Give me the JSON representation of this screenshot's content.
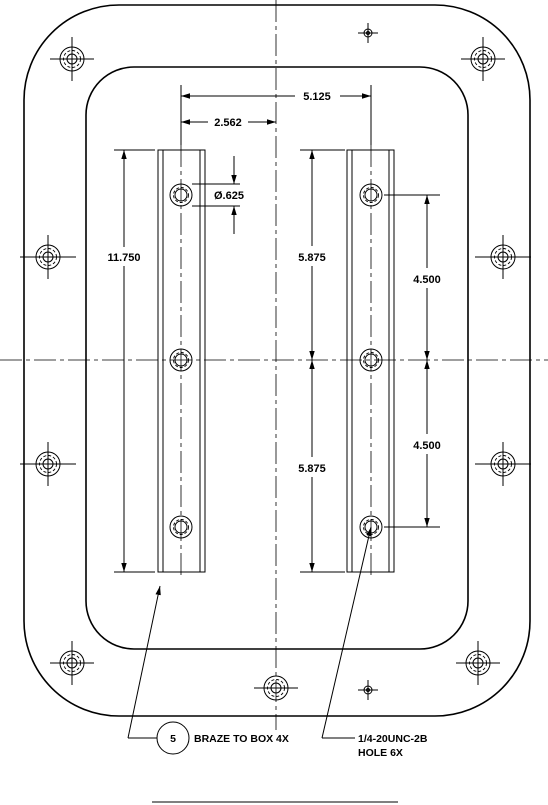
{
  "dimensions": {
    "d_5125": "5.125",
    "d_2562": "2.562",
    "d_dia": "Ø.625",
    "d_11750": "11.750",
    "d_5875_top": "5.875",
    "d_5875_bot": "5.875",
    "d_4500_top": "4.500",
    "d_4500_bot": "4.500"
  },
  "notes": {
    "balloon_number": "5",
    "braze": "BRAZE TO BOX 4X",
    "thread_line1": "1/4-20UNC-2B",
    "thread_line2": "HOLE 6X"
  }
}
